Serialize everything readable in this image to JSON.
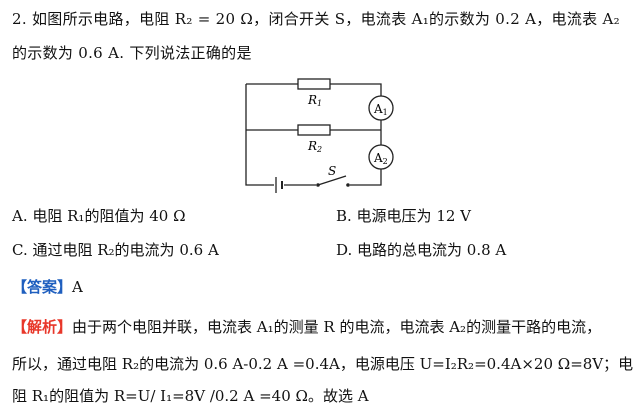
{
  "question": {
    "line1": "2. 如图所示电路，电阻 R₂ = 20 Ω，闭合开关 S，电流表 A₁的示数为 0.2 A，电流表 A₂",
    "line2": "的示数为 0.6 A. 下列说法正确的是"
  },
  "circuit": {
    "r1_label": "R1",
    "r2_label": "R2",
    "a1_label": "A1",
    "a2_label": "A2",
    "s_label": "S"
  },
  "options": {
    "a": "A. 电阻 R₁的阻值为 40 Ω",
    "b": "B. 电源电压为 12 V",
    "c": "C. 通过电阻 R₂的电流为 0.6 A",
    "d": "D. 电路的总电流为 0.8 A"
  },
  "answer": {
    "tag": "【答案】",
    "value": "A"
  },
  "analysis": {
    "tag": "【解析】",
    "line1": "由于两个电阻并联，电流表 A₁的测量 R 的电流，电流表 A₂的测量干路的电流，",
    "line2": "所以，通过电阻 R₂的电流为 0.6 A-0.2 A =0.4A，电源电压 U=I₂R₂=0.4A×20 Ω=8V；电",
    "line3": "阻 R₁的阻值为 R=U/ I₁=8V /0.2 A =40 Ω。故选 A"
  },
  "colors": {
    "tag": "#e8372a",
    "answer_tag": "#1f5fbf"
  }
}
